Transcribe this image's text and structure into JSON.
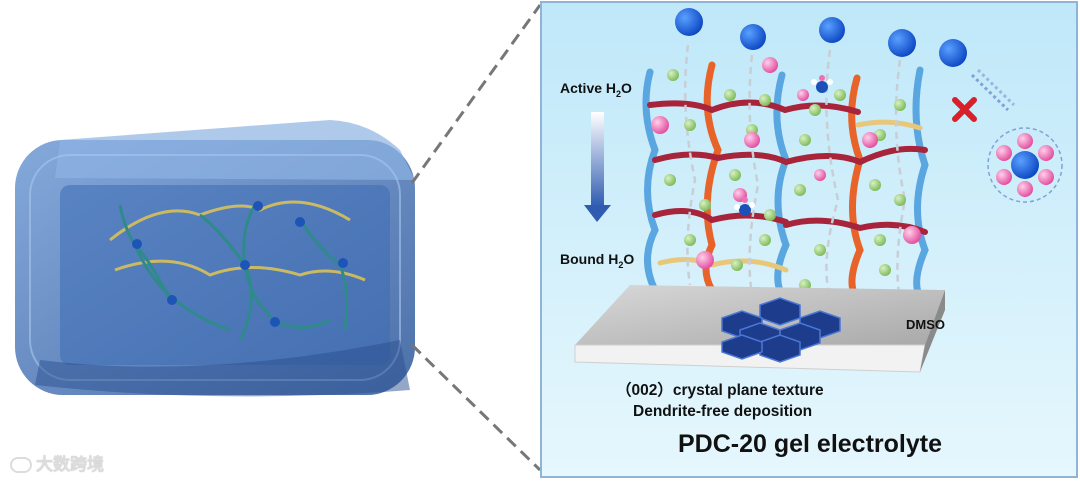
{
  "labels": {
    "active_pre": "Active H",
    "active_sub": "2",
    "active_post": "O",
    "bound_pre": "Bound H",
    "bound_sub": "2",
    "bound_post": "O",
    "dmso": "DMSO",
    "texture": "（002）crystal plane texture",
    "deposition": "Dendrite-free deposition",
    "title": "PDC-20 gel electrolyte"
  },
  "watermark": "大数跨境",
  "colors": {
    "panel_bg": "#cfeefa",
    "panel_border": "#8fb4d6",
    "gel_blue": "#3f6fb3",
    "cation_blue": "#1c5cd6",
    "water_pink": "#f06fb3",
    "water_green": "#8cc66a",
    "chain_orange": "#e8632a",
    "chain_blue": "#5aa6e0",
    "chain_red": "#a8243a",
    "zinc_dark": "#1d3c8c",
    "cross_red": "#d8202a"
  }
}
